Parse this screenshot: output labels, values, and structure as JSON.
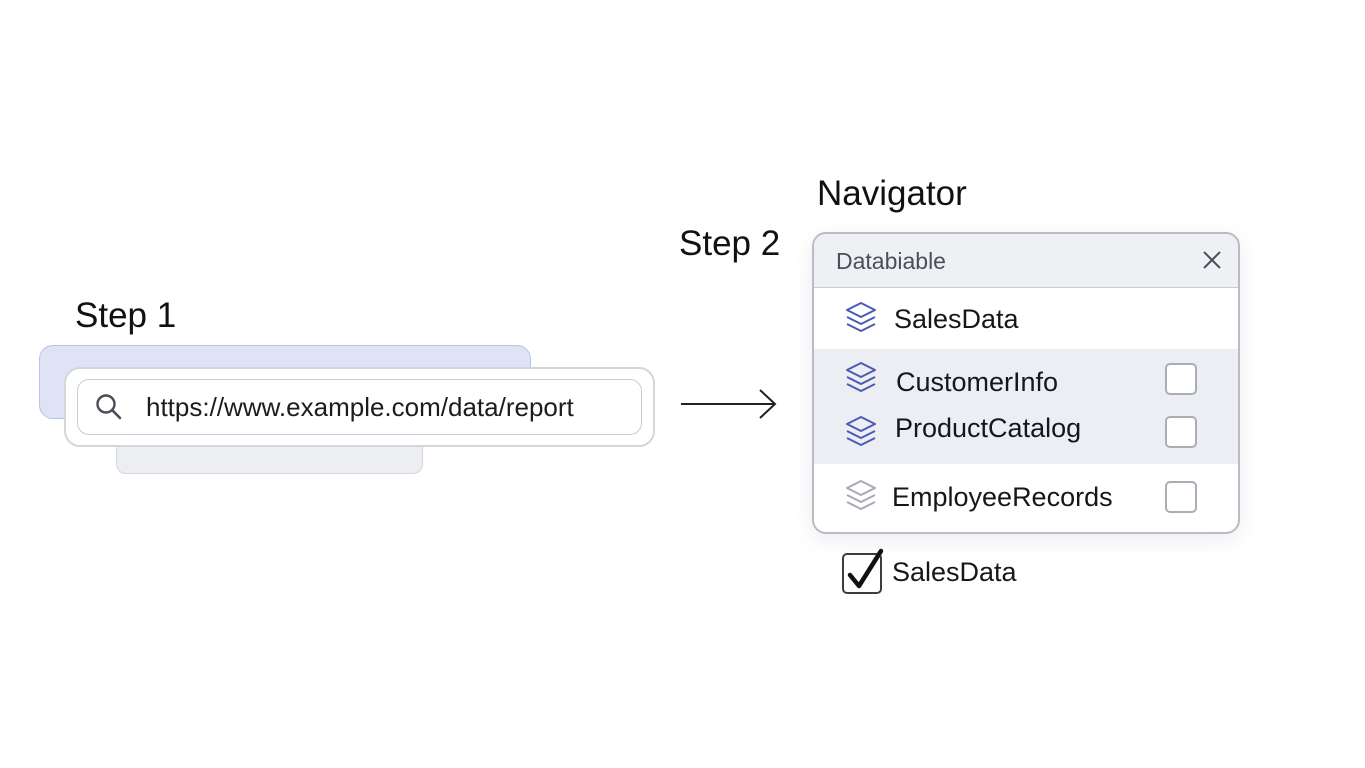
{
  "step1": {
    "label": "Step 1",
    "url": "https://www.example.com/data/report",
    "search_icon": "search-icon"
  },
  "step2": {
    "label": "Step 2"
  },
  "navigator": {
    "title": "Navigator",
    "header": "Databiable",
    "close_icon": "close-icon",
    "items": [
      {
        "label": "SalesData",
        "icon": "layers-icon",
        "has_checkbox": false,
        "checked": false
      },
      {
        "label": "CustomerInfo",
        "icon": "layers-icon",
        "has_checkbox": true,
        "checked": false
      },
      {
        "label": "ProductCatalog",
        "icon": "layers-icon",
        "has_checkbox": true,
        "checked": false
      },
      {
        "label": "EmployeeRecords",
        "icon": "layers-icon",
        "has_checkbox": true,
        "checked": false
      }
    ]
  },
  "selection": {
    "label": "SalesData",
    "checked": true
  },
  "colors": {
    "accent": "#4a5bb5",
    "muted_icon": "#a7aab2",
    "highlight_band": "#eceef3",
    "back_card": "#dfe3f6"
  }
}
